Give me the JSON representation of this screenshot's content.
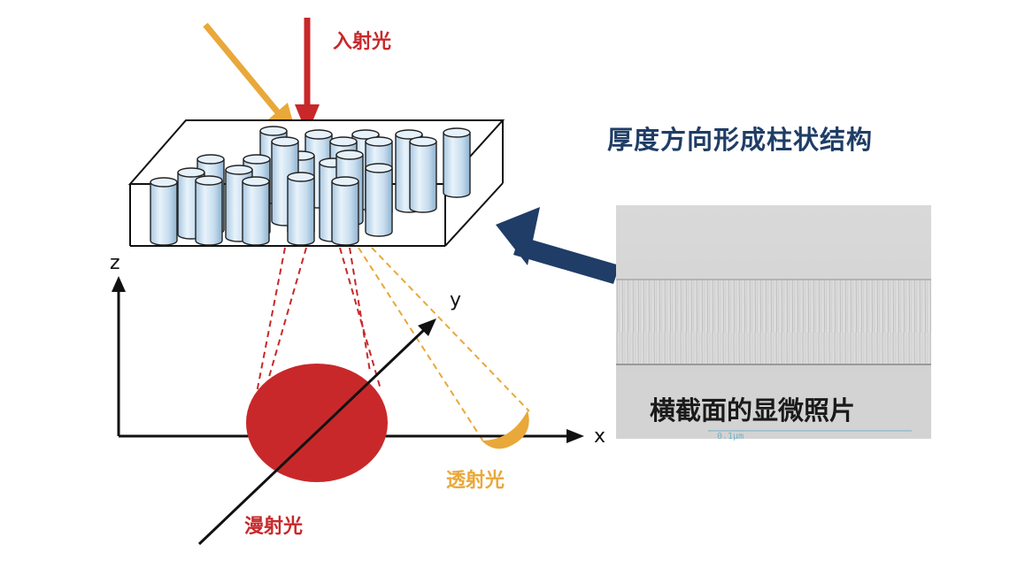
{
  "labels": {
    "incident_light": "入射光",
    "transmitted_light": "透射光",
    "diffuse_light": "漫射光",
    "axis_x": "x",
    "axis_y": "y",
    "axis_z": "z"
  },
  "right_panel": {
    "title": "厚度方向形成柱状结构",
    "photo_caption": "横截面的显微照片",
    "scale_text": "0.1μm"
  },
  "colors": {
    "incident_red": "#c8282a",
    "incident_orange": "#e9a83a",
    "diffuse_spot": "#c8282a",
    "navy_arrow": "#1f3d66",
    "cylinder_fill": "#cfe3f2"
  },
  "icons": {
    "cylinder": "cylinder-icon",
    "arrow": "arrow-icon"
  }
}
